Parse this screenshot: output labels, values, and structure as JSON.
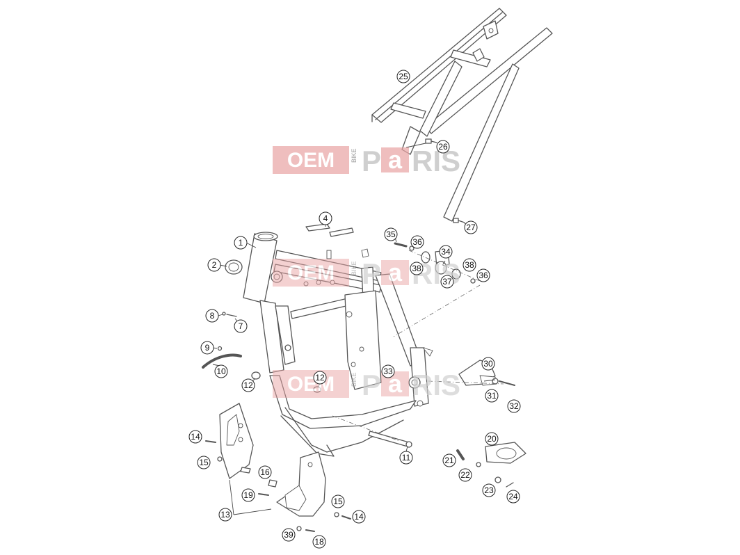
{
  "watermark": {
    "part1": "OEM",
    "part2": "BIKE",
    "part3": "P",
    "part4": "a",
    "part5": "RIS"
  },
  "callouts": [
    {
      "label": "1"
    },
    {
      "label": "2"
    },
    {
      "label": "4"
    },
    {
      "label": "7"
    },
    {
      "label": "8"
    },
    {
      "label": "9"
    },
    {
      "label": "10"
    },
    {
      "label": "11"
    },
    {
      "label": "12"
    },
    {
      "label": "12"
    },
    {
      "label": "13"
    },
    {
      "label": "14"
    },
    {
      "label": "14"
    },
    {
      "label": "15"
    },
    {
      "label": "15"
    },
    {
      "label": "16"
    },
    {
      "label": "18"
    },
    {
      "label": "19"
    },
    {
      "label": "20"
    },
    {
      "label": "21"
    },
    {
      "label": "22"
    },
    {
      "label": "23"
    },
    {
      "label": "24"
    },
    {
      "label": "25"
    },
    {
      "label": "26"
    },
    {
      "label": "27"
    },
    {
      "label": "30"
    },
    {
      "label": "31"
    },
    {
      "label": "32"
    },
    {
      "label": "33"
    },
    {
      "label": "34"
    },
    {
      "label": "35"
    },
    {
      "label": "36"
    },
    {
      "label": "36"
    },
    {
      "label": "37"
    },
    {
      "label": "38"
    },
    {
      "label": "38"
    },
    {
      "label": "39"
    }
  ]
}
